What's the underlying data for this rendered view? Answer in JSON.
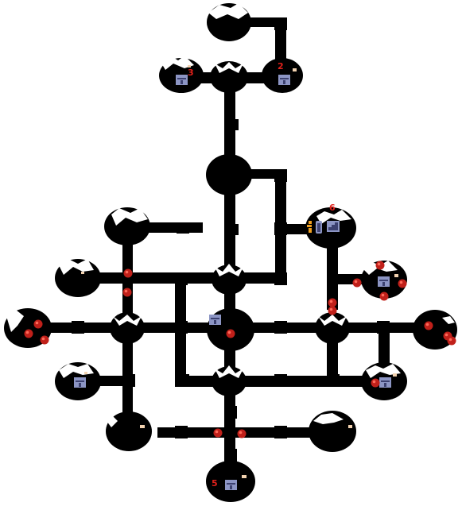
{
  "map": {
    "colors": {
      "background": "#ffffff",
      "corridor": "#000000",
      "room": "#000000",
      "notch": "#ffffff",
      "enemy": "#c0201a",
      "enemy_highlight": "#ff6a5a",
      "chest": "#8c95c4",
      "chest_dark": "#3c4170",
      "number": "#e0201a",
      "key": "#f0a020",
      "speck": "#f2d2b0"
    },
    "room_numbers": [
      {
        "id": "room-2",
        "label": "2"
      },
      {
        "id": "room-3",
        "label": "3"
      },
      {
        "id": "room-5",
        "label": "5"
      },
      {
        "id": "room-6",
        "label": "6"
      }
    ],
    "icons": {
      "chest": "treasure-chest-icon",
      "door": "door-icon",
      "stairs": "stairs-icon",
      "key": "key-icon",
      "enemy": "enemy-marker-icon"
    }
  }
}
